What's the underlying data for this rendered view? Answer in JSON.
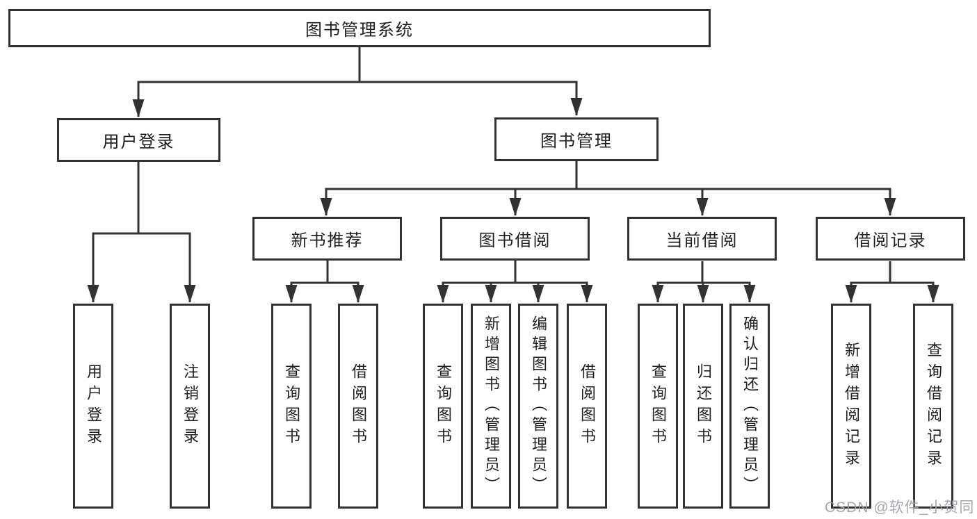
{
  "diagram": {
    "title": "图书管理系统",
    "branches": [
      {
        "label": "用户登录",
        "children": [
          {
            "label": "用户登录"
          },
          {
            "label": "注销登录"
          }
        ]
      },
      {
        "label": "图书管理",
        "children": [
          {
            "label": "新书推荐",
            "children": [
              {
                "label": "查询图书"
              },
              {
                "label": "借阅图书"
              }
            ]
          },
          {
            "label": "图书借阅",
            "children": [
              {
                "label": "查询图书"
              },
              {
                "label": "新增图书（管理员）"
              },
              {
                "label": "编辑图书（管理员）"
              },
              {
                "label": "借阅图书"
              }
            ]
          },
          {
            "label": "当前借阅",
            "children": [
              {
                "label": "查询图书"
              },
              {
                "label": "归还图书"
              },
              {
                "label": "确认归还（管理员）"
              }
            ]
          },
          {
            "label": "借阅记录",
            "children": [
              {
                "label": "新增借阅记录"
              },
              {
                "label": "查询借阅记录"
              }
            ]
          }
        ]
      }
    ]
  },
  "watermark": {
    "text": "CSDN @软件_小贺同学"
  },
  "colors": {
    "box_border": "#323232",
    "connector": "#323232",
    "text": "#1f1f1f",
    "watermark": "#a09fa4",
    "background": "#ffffff"
  }
}
